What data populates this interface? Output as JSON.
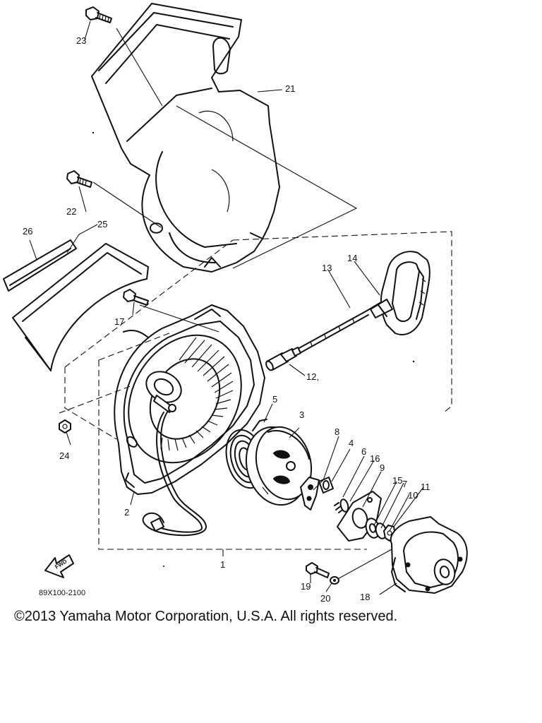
{
  "figure_code": "89X100-2100",
  "fwd_label": "FWD",
  "copyright": "©2013 Yamaha Motor Corporation, U.S.A. All rights reserved.",
  "callouts": {
    "c1": "1",
    "c2": "2",
    "c3": "3",
    "c4": "4",
    "c5": "5",
    "c6": "6",
    "c7": "7",
    "c8": "8",
    "c9": "9",
    "c10": "10",
    "c11": "11",
    "c12": "12,",
    "c13": "13",
    "c14": "14",
    "c15": "15",
    "c16": "16",
    "c17": "17",
    "c18": "18",
    "c19": "19",
    "c20": "20",
    "c21": "21",
    "c22": "22",
    "c23": "23",
    "c24": "24",
    "c25": "25",
    "c26": "26"
  }
}
